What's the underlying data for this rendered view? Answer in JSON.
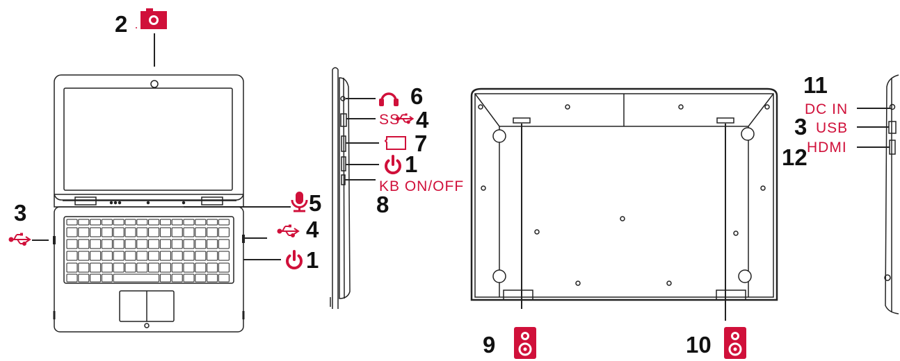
{
  "colors": {
    "accent": "#d0103a",
    "line": "#222222"
  },
  "icons": [
    "camera-icon",
    "usb-icon",
    "power-icon",
    "microphone-icon",
    "headphone-icon",
    "usb-ss-icon",
    "sd-card-icon",
    "speaker-icon"
  ],
  "callouts": {
    "n1a": "1",
    "n1b": "1",
    "n2": "2",
    "n3a": "3",
    "n3b": "3",
    "n4a": "4",
    "n4b": "4",
    "n5": "5",
    "n6": "6",
    "n7": "7",
    "n8": "8",
    "n9": "9",
    "n10": "10",
    "n11": "11",
    "n12": "12"
  },
  "labels": {
    "kb_switch": "KB ON/OFF",
    "usb_ss": "SS",
    "dc_in": "DC IN",
    "usb": "USB",
    "hdmi": "HDMI"
  }
}
